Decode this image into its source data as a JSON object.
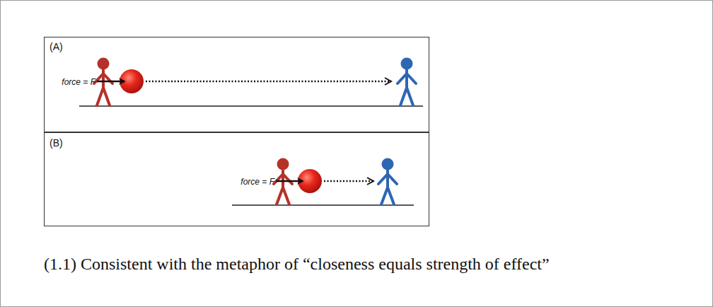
{
  "diagram": {
    "caption": "(1.1) Consistent with the metaphor of “closeness equals strength of effect”",
    "nodes": [
      {
        "text": [
          "(A)",
          "force = F"
        ]
      },
      {
        "text": [
          "(B)",
          "force = F"
        ]
      }
    ]
  }
}
